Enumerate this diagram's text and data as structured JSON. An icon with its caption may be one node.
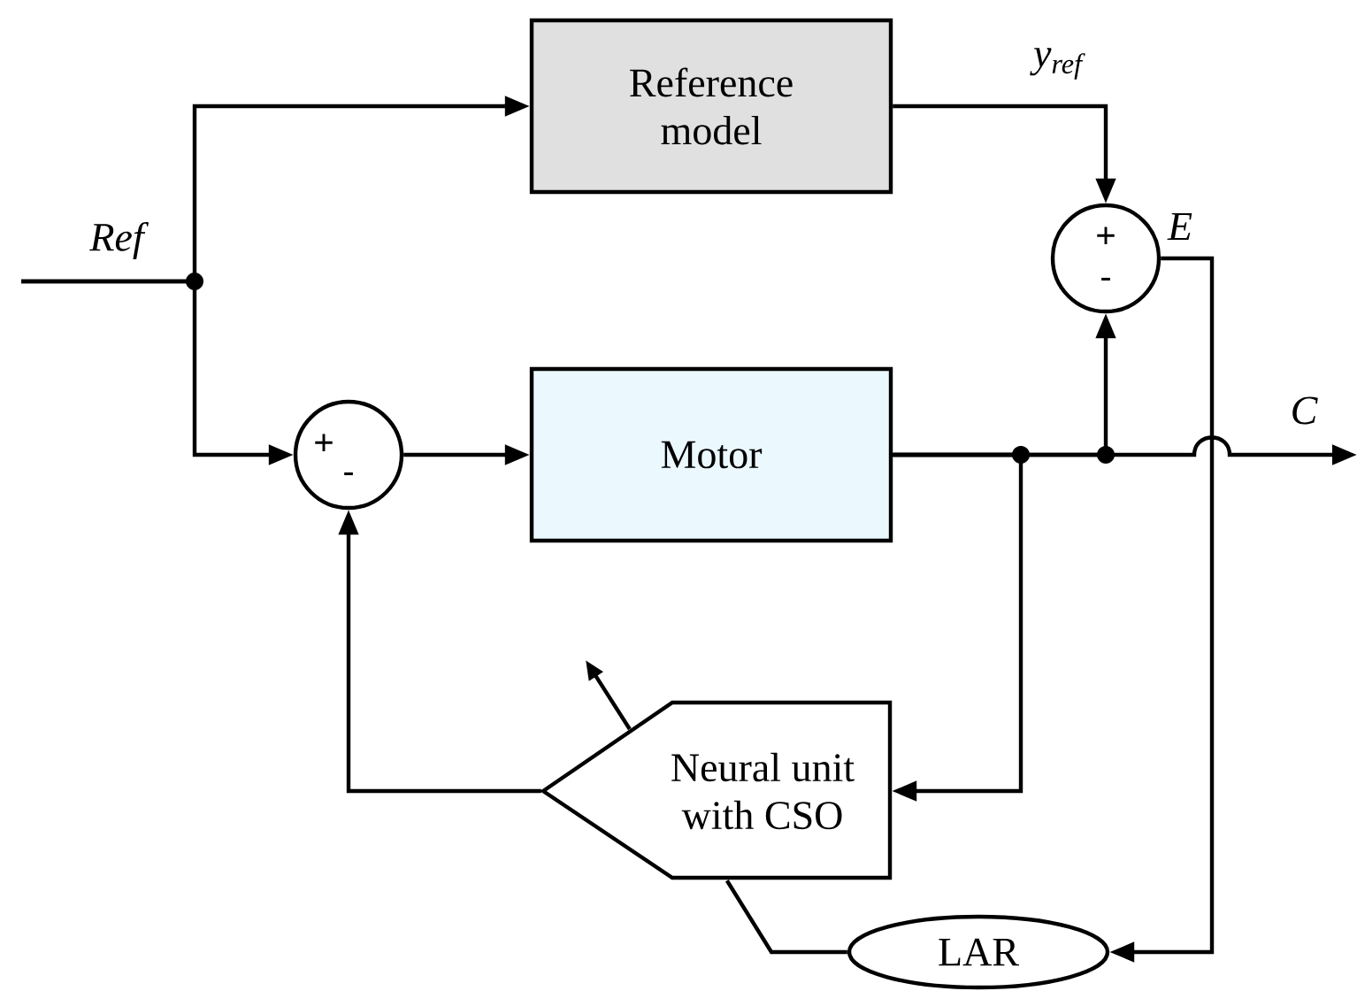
{
  "diagram": {
    "nodes": [
      {
        "text": [
          "Reference model"
        ]
      },
      {
        "text": [
          "Motor"
        ]
      },
      {
        "text": [
          "+",
          "-"
        ]
      },
      {
        "text": [
          "+",
          "-"
        ]
      },
      {
        "text": [
          "Neural unit with CSO"
        ]
      },
      {
        "text": [
          "LAR"
        ]
      }
    ],
    "edges": [
      {
        "from": null,
        "to": 0,
        "arrow": "to",
        "label": "Ref"
      },
      {
        "from": null,
        "to": 2,
        "arrow": "to"
      },
      {
        "from": 0,
        "to": 3,
        "arrow": "to",
        "label": "y$_{ref}$"
      },
      {
        "from": 2,
        "to": 1,
        "arrow": "to"
      },
      {
        "from": 1,
        "to": 3,
        "arrow": "to"
      },
      {
        "from": 1,
        "to": null,
        "arrow": "to",
        "label": "C"
      },
      {
        "from": 1,
        "to": 4,
        "arrow": "to"
      },
      {
        "from": 3,
        "to": 5,
        "arrow": "to",
        "label": "E"
      },
      {
        "from": 4,
        "to": 2,
        "arrow": "to"
      },
      {
        "from": 4,
        "to": 5,
        "arrow": "none"
      },
      {
        "from": 4,
        "to": null,
        "arrow": "to"
      }
    ]
  }
}
